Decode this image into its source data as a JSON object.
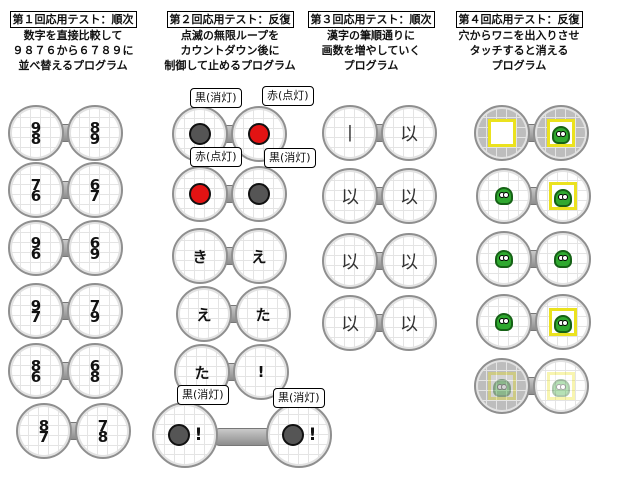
{
  "columns": [
    {
      "title": "第１回応用テスト：順次",
      "desc": [
        "数字を直接比較して",
        "９８７６から６７８９に",
        "並べ替えるプログラム"
      ]
    },
    {
      "title": "第２回応用テスト：反復",
      "desc": [
        "点滅の無限ループを",
        "カウントダウン後に",
        "制御して止めるプログラム"
      ]
    },
    {
      "title": "第３回応用テスト：順次",
      "desc": [
        "漢字の筆順通りに",
        "画数を増やしていく",
        "プログラム"
      ]
    },
    {
      "title": "第４回応用テスト：反復",
      "desc": [
        "穴からワニを出入りさせ",
        "タッチすると消える",
        "プログラム"
      ]
    }
  ],
  "col1_pairs": [
    {
      "left": [
        "9",
        "8"
      ],
      "right": [
        "8",
        "9"
      ]
    },
    {
      "left": [
        "7",
        "6"
      ],
      "right": [
        "6",
        "7"
      ]
    },
    {
      "left": [
        "9",
        "6"
      ],
      "right": [
        "6",
        "9"
      ]
    },
    {
      "left": [
        "9",
        "7"
      ],
      "right": [
        "7",
        "9"
      ]
    },
    {
      "left": [
        "8",
        "6"
      ],
      "right": [
        "6",
        "8"
      ]
    },
    {
      "left": [
        "8",
        "7"
      ],
      "right": [
        "7",
        "8"
      ]
    }
  ],
  "col2": {
    "bubbles": {
      "b1": "黒(消灯)",
      "b2": "赤(点灯)",
      "b3": "赤(点灯)",
      "b4": "黒(消灯)",
      "b5": "黒(消灯)",
      "b6": "黒(消灯)"
    },
    "kana_pairs": [
      {
        "left": "き",
        "right": "え"
      },
      {
        "left": "え",
        "right": "た"
      },
      {
        "left": "た",
        "right": "!"
      }
    ],
    "final_mark": "!"
  },
  "col3_pairs": [
    {
      "left": "丨",
      "right": "以"
    },
    {
      "left": "以",
      "right": "以"
    },
    {
      "left": "以",
      "right": "以"
    },
    {
      "left": "以",
      "right": "以"
    }
  ],
  "colors": {
    "lamp_on": "#e31313",
    "lamp_off": "#555555",
    "frame": "#ebe21e",
    "croc": "#2fa82f"
  },
  "icons": [
    "red-lamp",
    "black-lamp",
    "crocodile-icon"
  ]
}
